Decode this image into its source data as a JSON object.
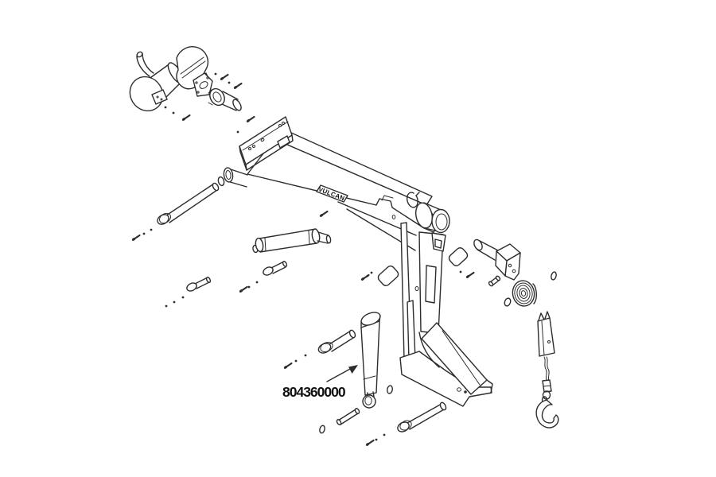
{
  "diagram": {
    "type": "exploded-parts-diagram",
    "background": "#ffffff",
    "line_color": "#2d2d2d",
    "text_color": "#111111",
    "brand_plate_label": "VULCAN",
    "callout": {
      "part_number": "804360000",
      "points_to": "lift-cylinder"
    },
    "parts": [
      "winch-assembly",
      "motor-mount-flange",
      "pivot-bushing",
      "mounting-bracket-plate",
      "boom-beam",
      "brand-plate",
      "boom-pivot-pin",
      "retaining-ring",
      "mast-weldment",
      "base-plate",
      "pivot-boss",
      "sway-cylinder",
      "lift-cylinder",
      "cylinder-pin",
      "rod-pin",
      "long-mount-bolt",
      "clevis-pin-block",
      "sheave-pulley",
      "cable-and-hook",
      "diamond-pad-left",
      "diamond-pad-right",
      "mounting-screws"
    ]
  }
}
